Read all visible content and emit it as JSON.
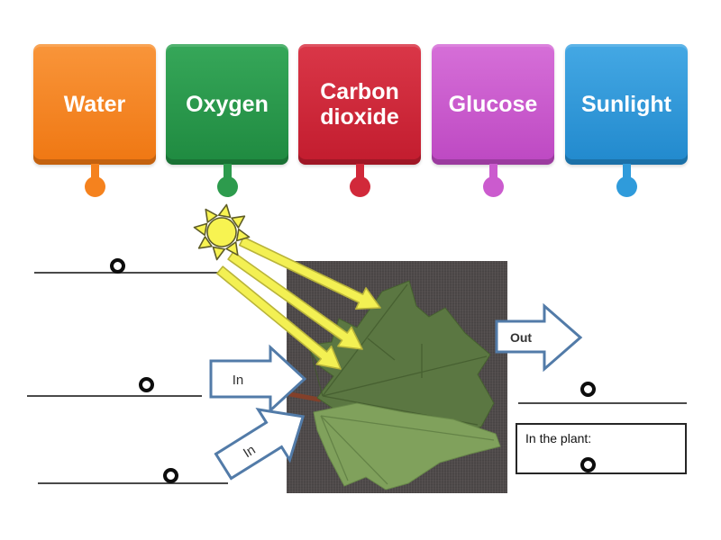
{
  "tiles": [
    {
      "id": "water",
      "label": "Water",
      "color": "#f5821e"
    },
    {
      "id": "oxygen",
      "label": "Oxygen",
      "color": "#2d9b4d"
    },
    {
      "id": "carbon-dioxide",
      "label": "Carbon dioxide",
      "color": "#d1293a"
    },
    {
      "id": "glucose",
      "label": "Glucose",
      "color": "#cb5bce"
    },
    {
      "id": "sunlight",
      "label": "Sunlight",
      "color": "#2f9bdb"
    }
  ],
  "diagram": {
    "in_arrow_top": {
      "label": "In"
    },
    "in_arrow_bottom": {
      "label": "In"
    },
    "out_arrow": {
      "label": "Out"
    },
    "plant_box": {
      "label": "In the plant:"
    },
    "answer_slots": [
      {
        "position": "top-left"
      },
      {
        "position": "middle-left"
      },
      {
        "position": "bottom-left"
      },
      {
        "position": "right-of-leaf"
      },
      {
        "position": "inside-plant-box"
      }
    ],
    "icons": {
      "sun": "sun-icon",
      "sun_rays": "sun-ray-arrow",
      "drop_target": "drop-target-ring"
    },
    "colors": {
      "sun_yellow": "#f7f351",
      "ray_arrow_yellow": "#f3f053",
      "block_arrow_outline": "#527ba8",
      "answer_line": "#4a4a4a",
      "ring_black": "#0d0d0d",
      "photo_background": "#4e4949",
      "leaf_dark_green": "#5b7742",
      "leaf_light_green": "#80a15c"
    }
  }
}
